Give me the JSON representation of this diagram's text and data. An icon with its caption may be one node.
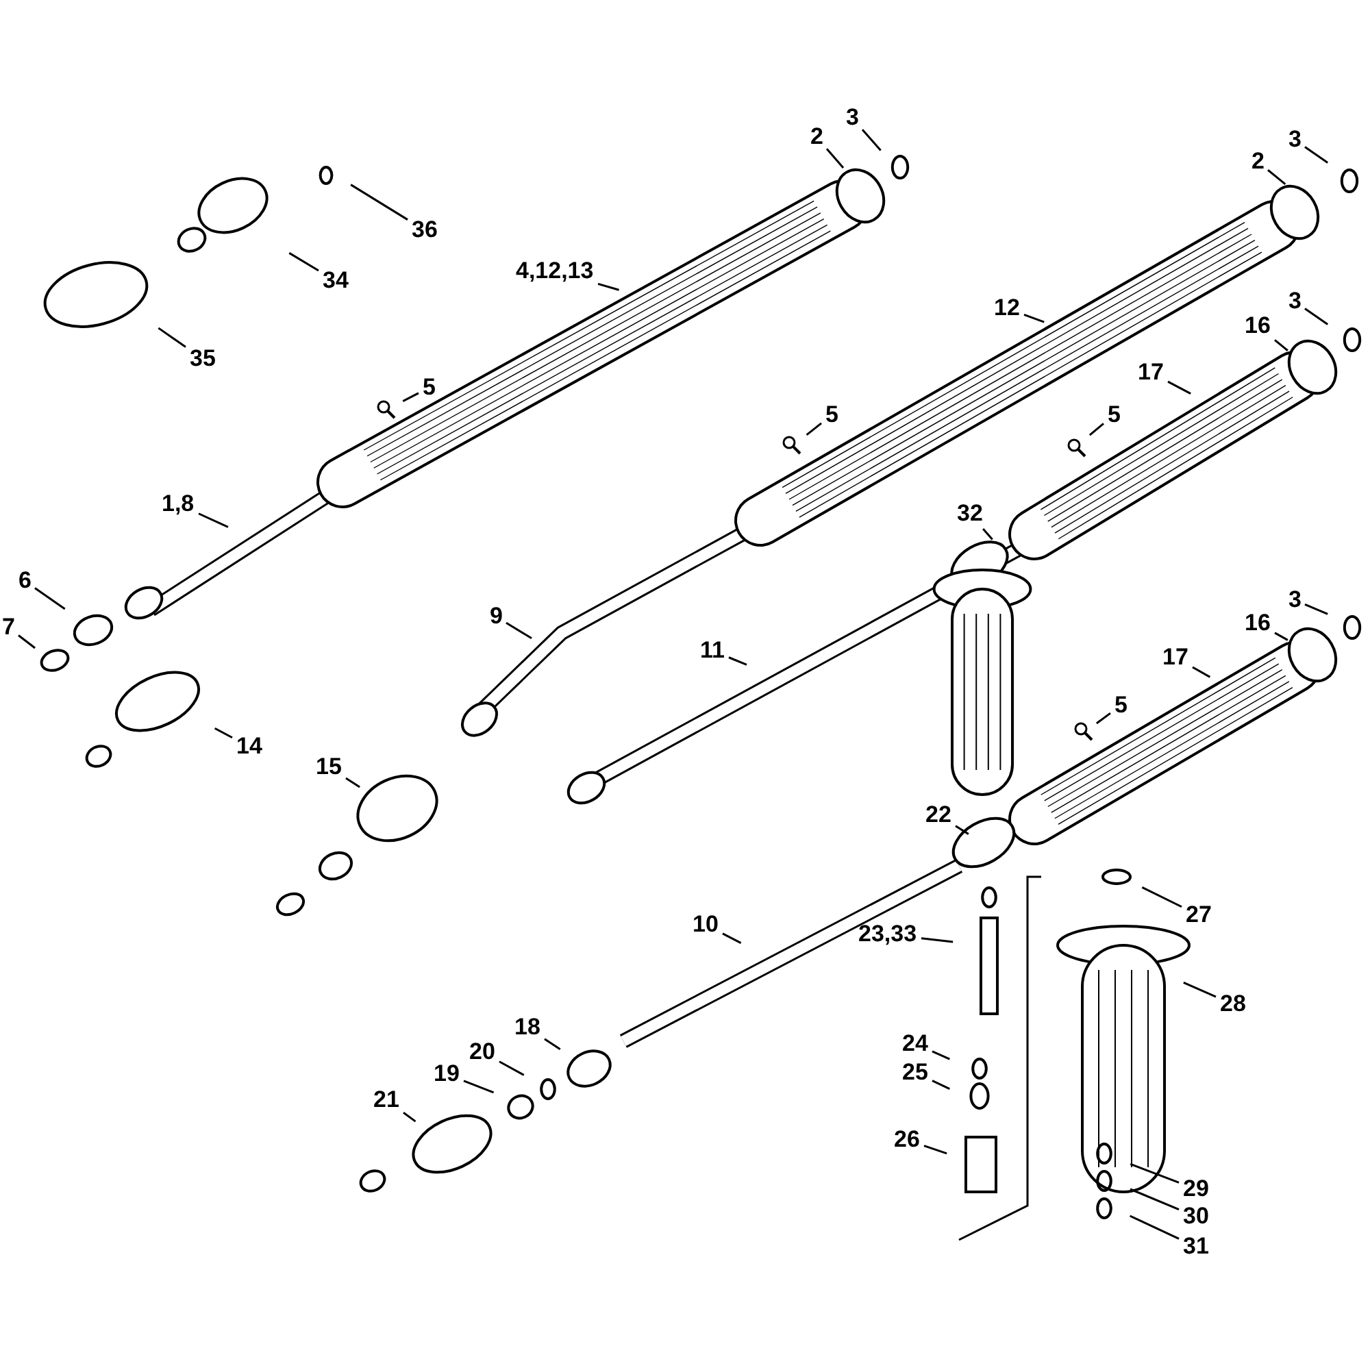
{
  "diagram": {
    "nodes": [
      {
        "text": [
          "3"
        ]
      },
      {
        "text": [
          "2"
        ]
      },
      {
        "text": [
          "36"
        ]
      },
      {
        "text": [
          "34"
        ]
      },
      {
        "text": [
          "35"
        ]
      },
      {
        "text": [
          "4,12,13"
        ]
      },
      {
        "text": [
          "3"
        ]
      },
      {
        "text": [
          "2"
        ]
      },
      {
        "text": [
          "12"
        ]
      },
      {
        "text": [
          "3"
        ]
      },
      {
        "text": [
          "16"
        ]
      },
      {
        "text": [
          "17"
        ]
      },
      {
        "text": [
          "5"
        ]
      },
      {
        "text": [
          "5"
        ]
      },
      {
        "text": [
          "5"
        ]
      },
      {
        "text": [
          "1,8"
        ]
      },
      {
        "text": [
          "32"
        ]
      },
      {
        "text": [
          "6"
        ]
      },
      {
        "text": [
          "7"
        ]
      },
      {
        "text": [
          "9"
        ]
      },
      {
        "text": [
          "11"
        ]
      },
      {
        "text": [
          "3"
        ]
      },
      {
        "text": [
          "16"
        ]
      },
      {
        "text": [
          "17"
        ]
      },
      {
        "text": [
          "14"
        ]
      },
      {
        "text": [
          "5"
        ]
      },
      {
        "text": [
          "15"
        ]
      },
      {
        "text": [
          "22"
        ]
      },
      {
        "text": [
          "27"
        ]
      },
      {
        "text": [
          "10"
        ]
      },
      {
        "text": [
          "23,33"
        ]
      },
      {
        "text": [
          "28"
        ]
      },
      {
        "text": [
          "18"
        ]
      },
      {
        "text": [
          "20"
        ]
      },
      {
        "text": [
          "19"
        ]
      },
      {
        "text": [
          "24"
        ]
      },
      {
        "text": [
          "21"
        ]
      },
      {
        "text": [
          "25"
        ]
      },
      {
        "text": [
          "26"
        ]
      },
      {
        "text": [
          "29"
        ]
      },
      {
        "text": [
          "30"
        ]
      },
      {
        "text": [
          "31"
        ]
      }
    ],
    "edges": [
      {
        "from": 0,
        "to": null,
        "arrow": "none"
      },
      {
        "from": 1,
        "to": null,
        "arrow": "none"
      },
      {
        "from": 2,
        "to": null,
        "arrow": "none"
      },
      {
        "from": 3,
        "to": null,
        "arrow": "none"
      },
      {
        "from": 4,
        "to": null,
        "arrow": "none"
      },
      {
        "from": 5,
        "to": null,
        "arrow": "none"
      },
      {
        "from": 6,
        "to": null,
        "arrow": "none"
      },
      {
        "from": 7,
        "to": null,
        "arrow": "none"
      },
      {
        "from": 8,
        "to": null,
        "arrow": "none"
      },
      {
        "from": 9,
        "to": null,
        "arrow": "none"
      },
      {
        "from": 10,
        "to": null,
        "arrow": "none"
      },
      {
        "from": 11,
        "to": null,
        "arrow": "none"
      },
      {
        "from": 12,
        "to": null,
        "arrow": "none"
      },
      {
        "from": 13,
        "to": null,
        "arrow": "none"
      },
      {
        "from": 14,
        "to": null,
        "arrow": "none"
      },
      {
        "from": 15,
        "to": null,
        "arrow": "none"
      },
      {
        "from": 16,
        "to": null,
        "arrow": "none"
      },
      {
        "from": 17,
        "to": null,
        "arrow": "none"
      },
      {
        "from": 18,
        "to": null,
        "arrow": "none"
      },
      {
        "from": 19,
        "to": null,
        "arrow": "none"
      },
      {
        "from": 20,
        "to": null,
        "arrow": "none"
      },
      {
        "from": 21,
        "to": null,
        "arrow": "none"
      },
      {
        "from": 22,
        "to": null,
        "arrow": "none"
      },
      {
        "from": 23,
        "to": null,
        "arrow": "none"
      },
      {
        "from": 24,
        "to": null,
        "arrow": "none"
      },
      {
        "from": 25,
        "to": null,
        "arrow": "none"
      },
      {
        "from": 26,
        "to": null,
        "arrow": "none"
      },
      {
        "from": 27,
        "to": null,
        "arrow": "none"
      },
      {
        "from": 28,
        "to": null,
        "arrow": "none"
      },
      {
        "from": 29,
        "to": null,
        "arrow": "none"
      },
      {
        "from": 30,
        "to": null,
        "arrow": "none"
      },
      {
        "from": 31,
        "to": null,
        "arrow": "none"
      },
      {
        "from": 32,
        "to": null,
        "arrow": "none"
      },
      {
        "from": 33,
        "to": null,
        "arrow": "none"
      },
      {
        "from": 34,
        "to": null,
        "arrow": "none"
      },
      {
        "from": 35,
        "to": null,
        "arrow": "none"
      },
      {
        "from": 36,
        "to": null,
        "arrow": "none"
      },
      {
        "from": 37,
        "to": null,
        "arrow": "none"
      },
      {
        "from": 38,
        "to": null,
        "arrow": "none"
      },
      {
        "from": 39,
        "to": null,
        "arrow": "none"
      },
      {
        "from": 40,
        "to": null,
        "arrow": "none"
      },
      {
        "from": 41,
        "to": null,
        "arrow": "none"
      }
    ]
  }
}
